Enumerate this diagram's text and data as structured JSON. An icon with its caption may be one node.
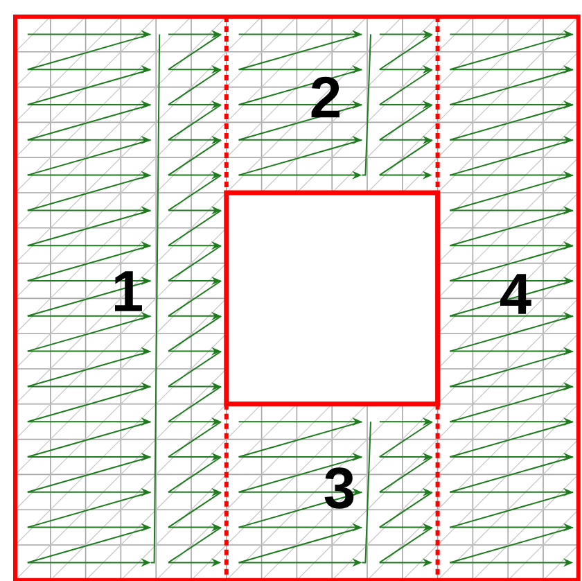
{
  "diagram": {
    "labels": [
      "2",
      "1",
      "4",
      "3"
    ]
  }
}
